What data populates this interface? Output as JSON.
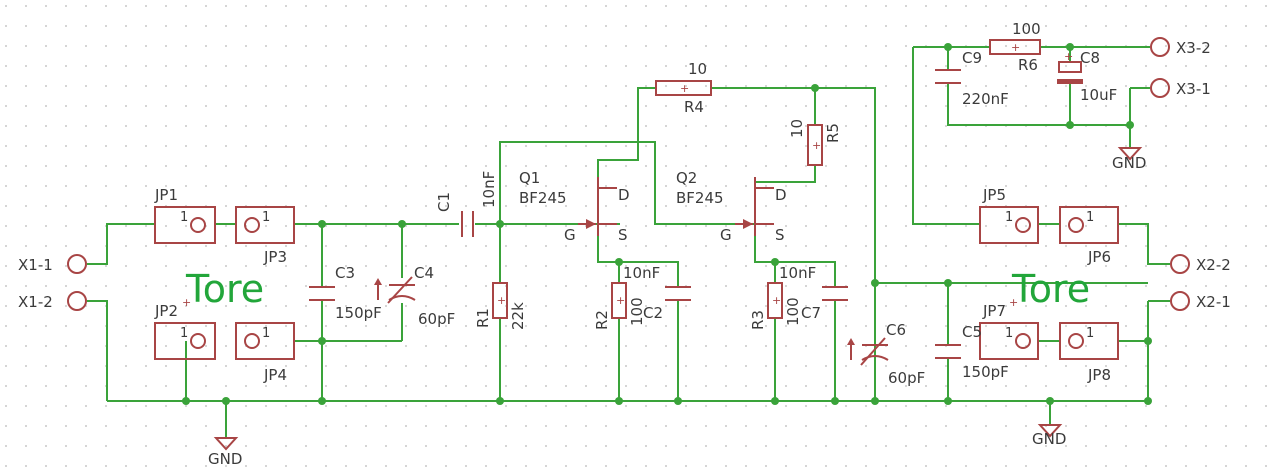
{
  "labels": {
    "tore_left": "Tore",
    "tore_right": "Tore",
    "gnd": "GND",
    "connectors": {
      "x1_1": "X1-1",
      "x1_2": "X1-2",
      "x2_1": "X2-1",
      "x2_2": "X2-2",
      "x3_1": "X3-1",
      "x3_2": "X3-2"
    },
    "jumpers": {
      "jp1": "JP1",
      "jp2": "JP2",
      "jp3": "JP3",
      "jp4": "JP4",
      "jp5": "JP5",
      "jp6": "JP6",
      "jp7": "JP7",
      "jp8": "JP8",
      "pin_one": "1"
    },
    "components": {
      "c1": "C1",
      "c1_val": "10nF",
      "c2": "C2",
      "c2_val": "10nF",
      "c3": "C3",
      "c3_val": "150pF",
      "c4": "C4",
      "c4_val": "60pF",
      "c5": "C5",
      "c5_val": "150pF",
      "c6": "C6",
      "c6_val": "60pF",
      "c7": "C7",
      "c7_val": "10nF",
      "c8": "C8",
      "c8_val": "10uF",
      "c9": "C9",
      "c9_val": "220nF",
      "r1": "R1",
      "r1_val": "22k",
      "r2": "R2",
      "r2_val": "100",
      "r3": "R3",
      "r3_val": "100",
      "r4": "R4",
      "r4_val": "10",
      "r5": "R5",
      "r5_val": "10",
      "r6": "R6",
      "r6_val": "100",
      "q1": "Q1",
      "q1_type": "BF245",
      "q2": "Q2",
      "q2_type": "BF245",
      "pin_g": "G",
      "pin_d": "D",
      "pin_s": "S",
      "plus": "+"
    }
  },
  "colors": {
    "wire": "#3aa33a",
    "part": "#a84545",
    "text": "#3b3b3b",
    "tore": "#22a63a",
    "grid": "#c8c8c8"
  }
}
